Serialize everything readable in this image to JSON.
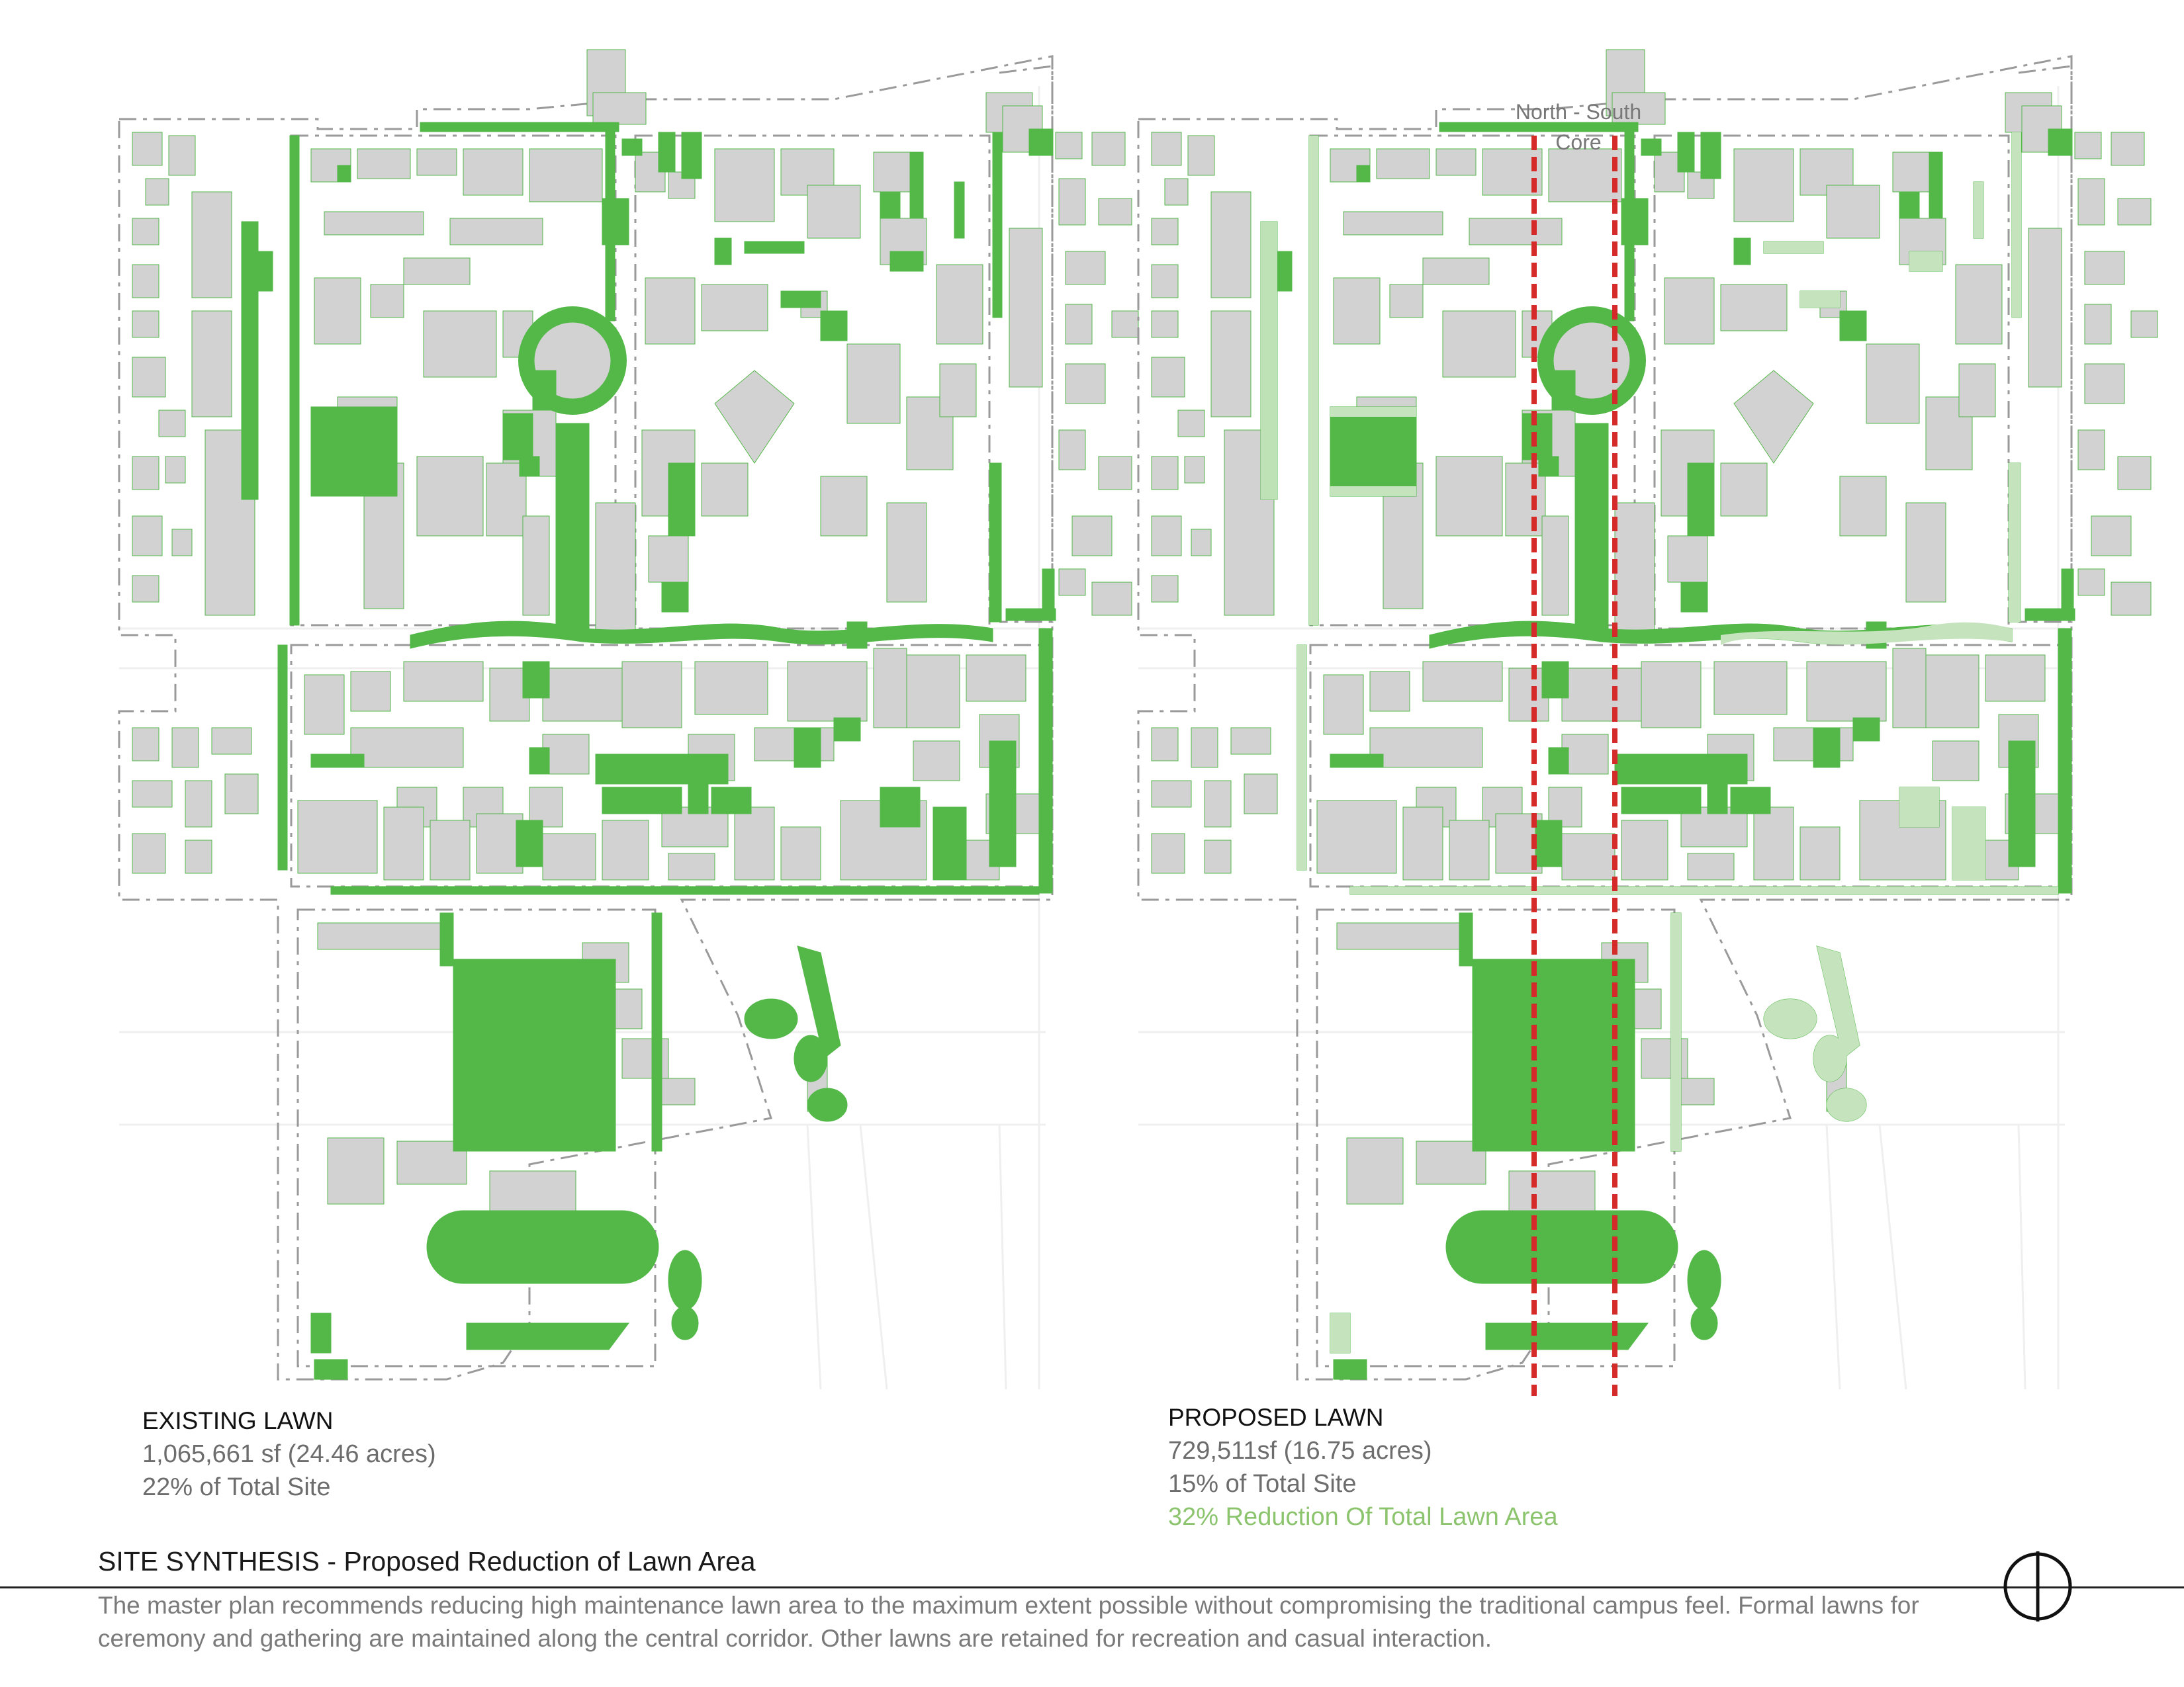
{
  "colors": {
    "lawn": "#53b848",
    "lawn_removed": "#c5e3bd",
    "building": "#d2d2d2",
    "block_outline": "#9a9a9a",
    "core_line": "#d42a2a",
    "accent_text": "#8cc46e"
  },
  "existing": {
    "title": "EXISTING LAWN",
    "area": "1,065,661 sf (24.46 acres)",
    "share": "22% of Total Site"
  },
  "proposed": {
    "title": "PROPOSED LAWN",
    "area": "729,511sf (16.75 acres)",
    "share": "15% of Total Site",
    "reduction": "32% Reduction Of Total Lawn Area"
  },
  "core": {
    "line1": "North -  South",
    "line2": "Core"
  },
  "footer": {
    "title": "SITE SYNTHESIS",
    "subtitle": " - Proposed Reduction of Lawn Area",
    "description": "The master plan recommends reducing high maintenance lawn area to the maximum extent possible without compromising the traditional campus feel. Formal lawns for ceremony and gathering are maintained along the central corridor. Other lawns are retained for recreation and casual interaction."
  },
  "icons": {
    "north_arrow": "north-arrow-icon"
  }
}
